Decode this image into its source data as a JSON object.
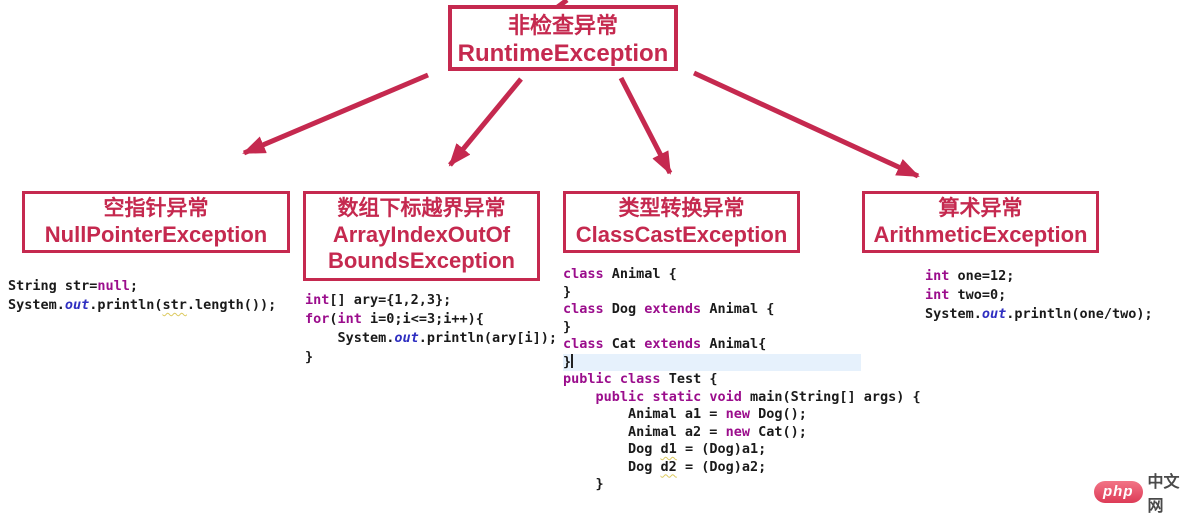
{
  "diagram": {
    "root_box": {
      "title_cn": "非检查异常",
      "title_en": "RuntimeException"
    },
    "child_boxes": [
      {
        "title_cn": "空指针异常",
        "title_en": "NullPointerException"
      },
      {
        "title_cn": "数组下标越界异常",
        "title_en": "ArrayIndexOutOf",
        "title_en2": "BoundsException"
      },
      {
        "title_cn": "类型转换异常",
        "title_en": "ClassCastException"
      },
      {
        "title_cn": "算术异常",
        "title_en": "ArithmeticException"
      }
    ]
  },
  "colors": {
    "accent": "#C5294F",
    "keyword": "#9B0D8C",
    "field": "#2F2FC1",
    "code": "#1A1A1A",
    "highlight_line": "#E6F1FC"
  },
  "code_blocks": {
    "null_pointer": {
      "lines": [
        {
          "seg": [
            {
              "t": "String str=",
              "c": "p"
            },
            {
              "t": "null",
              "c": "k"
            },
            {
              "t": ";",
              "c": "p"
            }
          ]
        },
        {
          "seg": [
            {
              "t": "System.",
              "c": "p"
            },
            {
              "t": "out",
              "c": "f"
            },
            {
              "t": ".println(",
              "c": "p"
            },
            {
              "t": "str",
              "c": "p",
              "w": true
            },
            {
              "t": ".length());",
              "c": "p"
            }
          ]
        }
      ]
    },
    "array_index": {
      "lines": [
        {
          "seg": [
            {
              "t": "int",
              "c": "k"
            },
            {
              "t": "[] ary={1,2,3};",
              "c": "p"
            }
          ]
        },
        {
          "seg": [
            {
              "t": "for",
              "c": "k"
            },
            {
              "t": "(",
              "c": "p"
            },
            {
              "t": "int",
              "c": "k"
            },
            {
              "t": " i=0;i<=3;i++){",
              "c": "p"
            }
          ]
        },
        {
          "seg": [
            {
              "t": "    System.",
              "c": "p"
            },
            {
              "t": "out",
              "c": "f"
            },
            {
              "t": ".println(ary[i]);",
              "c": "p"
            }
          ]
        },
        {
          "seg": [
            {
              "t": "}",
              "c": "p"
            }
          ]
        }
      ]
    },
    "class_cast": {
      "lines": [
        {
          "seg": [
            {
              "t": "class",
              "c": "k"
            },
            {
              "t": " Animal {",
              "c": "p"
            }
          ]
        },
        {
          "seg": [
            {
              "t": "}",
              "c": "p"
            }
          ]
        },
        {
          "seg": [
            {
              "t": "class",
              "c": "k"
            },
            {
              "t": " Dog ",
              "c": "p"
            },
            {
              "t": "extends",
              "c": "k"
            },
            {
              "t": " Animal {",
              "c": "p"
            }
          ]
        },
        {
          "seg": [
            {
              "t": "}",
              "c": "p"
            }
          ]
        },
        {
          "seg": [
            {
              "t": "class",
              "c": "k"
            },
            {
              "t": " Cat ",
              "c": "p"
            },
            {
              "t": "extends",
              "c": "k"
            },
            {
              "t": " Animal{",
              "c": "p"
            }
          ]
        },
        {
          "hl": true,
          "cursor": true,
          "seg": [
            {
              "t": "}",
              "c": "p"
            }
          ]
        },
        {
          "seg": [
            {
              "t": "public",
              "c": "k"
            },
            {
              "t": " ",
              "c": "p"
            },
            {
              "t": "class",
              "c": "k"
            },
            {
              "t": " Test {",
              "c": "p"
            }
          ]
        },
        {
          "seg": [
            {
              "t": "    ",
              "c": "p"
            },
            {
              "t": "public",
              "c": "k"
            },
            {
              "t": " ",
              "c": "p"
            },
            {
              "t": "static",
              "c": "k"
            },
            {
              "t": " ",
              "c": "p"
            },
            {
              "t": "void",
              "c": "k"
            },
            {
              "t": " main(String[] args) {",
              "c": "p"
            }
          ]
        },
        {
          "seg": [
            {
              "t": "        Animal a1 = ",
              "c": "p"
            },
            {
              "t": "new",
              "c": "k"
            },
            {
              "t": " Dog();",
              "c": "p"
            }
          ]
        },
        {
          "seg": [
            {
              "t": "        Animal a2 = ",
              "c": "p"
            },
            {
              "t": "new",
              "c": "k"
            },
            {
              "t": " Cat();",
              "c": "p"
            }
          ]
        },
        {
          "seg": [
            {
              "t": "        Dog ",
              "c": "p"
            },
            {
              "t": "d1",
              "c": "p",
              "w": true
            },
            {
              "t": " = (Dog)a1;",
              "c": "p"
            }
          ]
        },
        {
          "seg": [
            {
              "t": "        Dog ",
              "c": "p"
            },
            {
              "t": "d2",
              "c": "p",
              "w": true
            },
            {
              "t": " = (Dog)a2;",
              "c": "p"
            }
          ]
        },
        {
          "seg": [
            {
              "t": "    }",
              "c": "p"
            }
          ]
        }
      ]
    },
    "arithmetic": {
      "lines": [
        {
          "seg": [
            {
              "t": "int",
              "c": "k"
            },
            {
              "t": " one=12;",
              "c": "p"
            }
          ]
        },
        {
          "seg": [
            {
              "t": "int",
              "c": "k"
            },
            {
              "t": " two=0;",
              "c": "p"
            }
          ]
        },
        {
          "seg": [
            {
              "t": "System.",
              "c": "p"
            },
            {
              "t": "out",
              "c": "f"
            },
            {
              "t": ".println(one/two);",
              "c": "p"
            }
          ]
        }
      ]
    }
  },
  "watermark": {
    "badge": "php",
    "site": "中文网"
  }
}
